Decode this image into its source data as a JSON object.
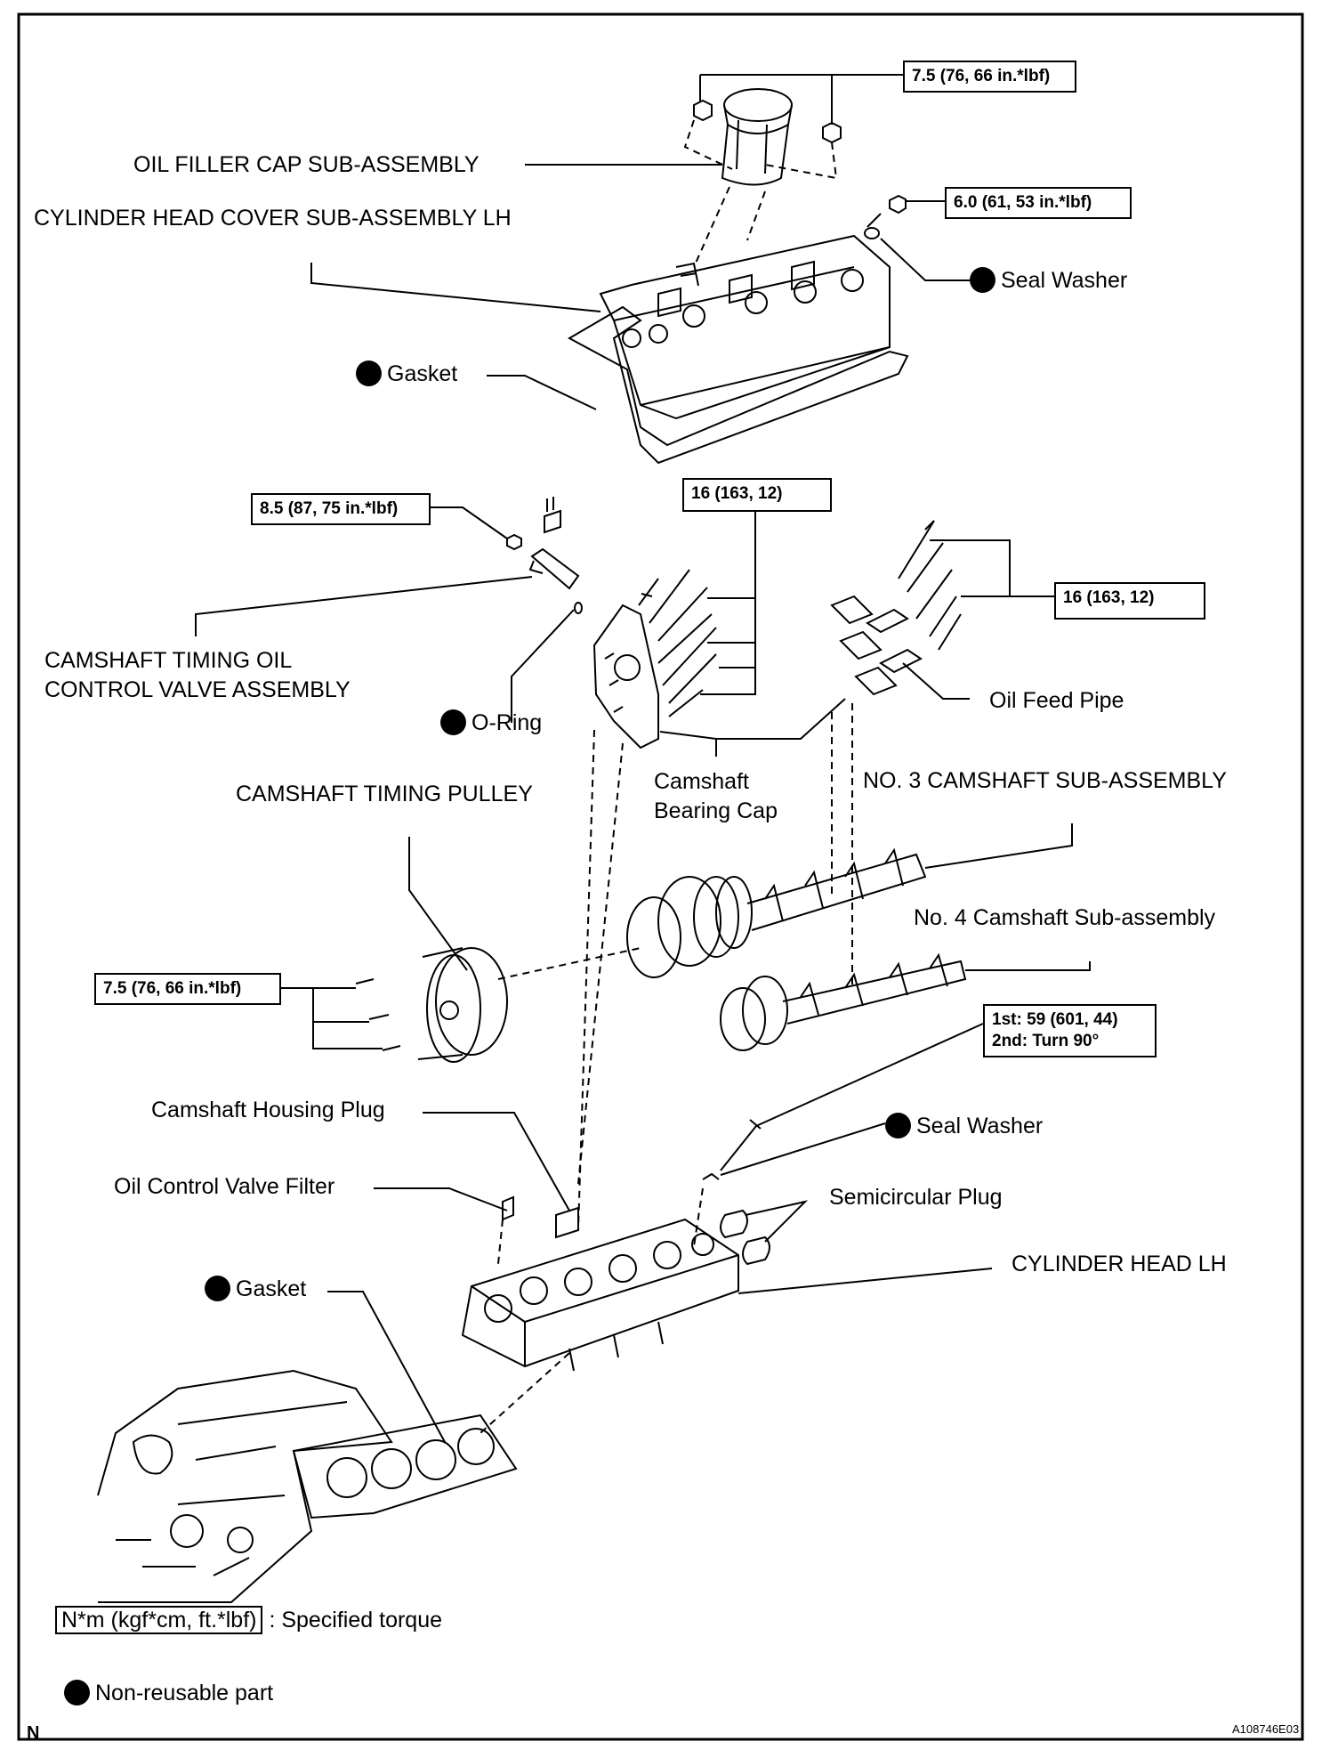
{
  "torque_specs": {
    "oil_filler_nuts": "7.5 (76, 66 in.*lbf)",
    "head_cover_bolt": "6.0 (61, 53 in.*lbf)",
    "ocv_bolt": "8.5 (87, 75 in.*lbf)",
    "bearing_cap_left": "16 (163, 12)",
    "bearing_cap_right": "16 (163, 12)",
    "pulley_bolts": "7.5 (76, 66 in.*lbf)",
    "head_bolt_1st": "1st: 59 (601, 44)",
    "head_bolt_2nd": "2nd: Turn 90°"
  },
  "labels": {
    "oil_filler_cap": "OIL FILLER CAP SUB-ASSEMBLY",
    "cylinder_head_cover": "CYLINDER HEAD COVER SUB-ASSEMBLY LH",
    "seal_washer_top": "Seal Washer",
    "gasket_cover": "Gasket",
    "ocv_line1": "CAMSHAFT TIMING OIL",
    "ocv_line2": "CONTROL VALVE ASSEMBLY",
    "o_ring": "O-Ring",
    "oil_feed_pipe": "Oil Feed Pipe",
    "bearing_cap_line1": "Camshaft",
    "bearing_cap_line2": "Bearing Cap",
    "timing_pulley": "CAMSHAFT TIMING PULLEY",
    "no3_camshaft": "NO. 3 CAMSHAFT SUB-ASSEMBLY",
    "no4_camshaft": "No. 4 Camshaft Sub-assembly",
    "housing_plug": "Camshaft Housing Plug",
    "seal_washer_bottom": "Seal Washer",
    "ocv_filter": "Oil Control Valve Filter",
    "semicircular_plug": "Semicircular Plug",
    "cylinder_head": "CYLINDER HEAD LH",
    "gasket_head": "Gasket"
  },
  "legend": {
    "torque_unit": "N*m (kgf*cm, ft.*lbf)",
    "torque_desc": ": Specified torque",
    "nonreusable": "Non-reusable part"
  },
  "footer": {
    "letter": "N",
    "code": "A108746E03"
  }
}
